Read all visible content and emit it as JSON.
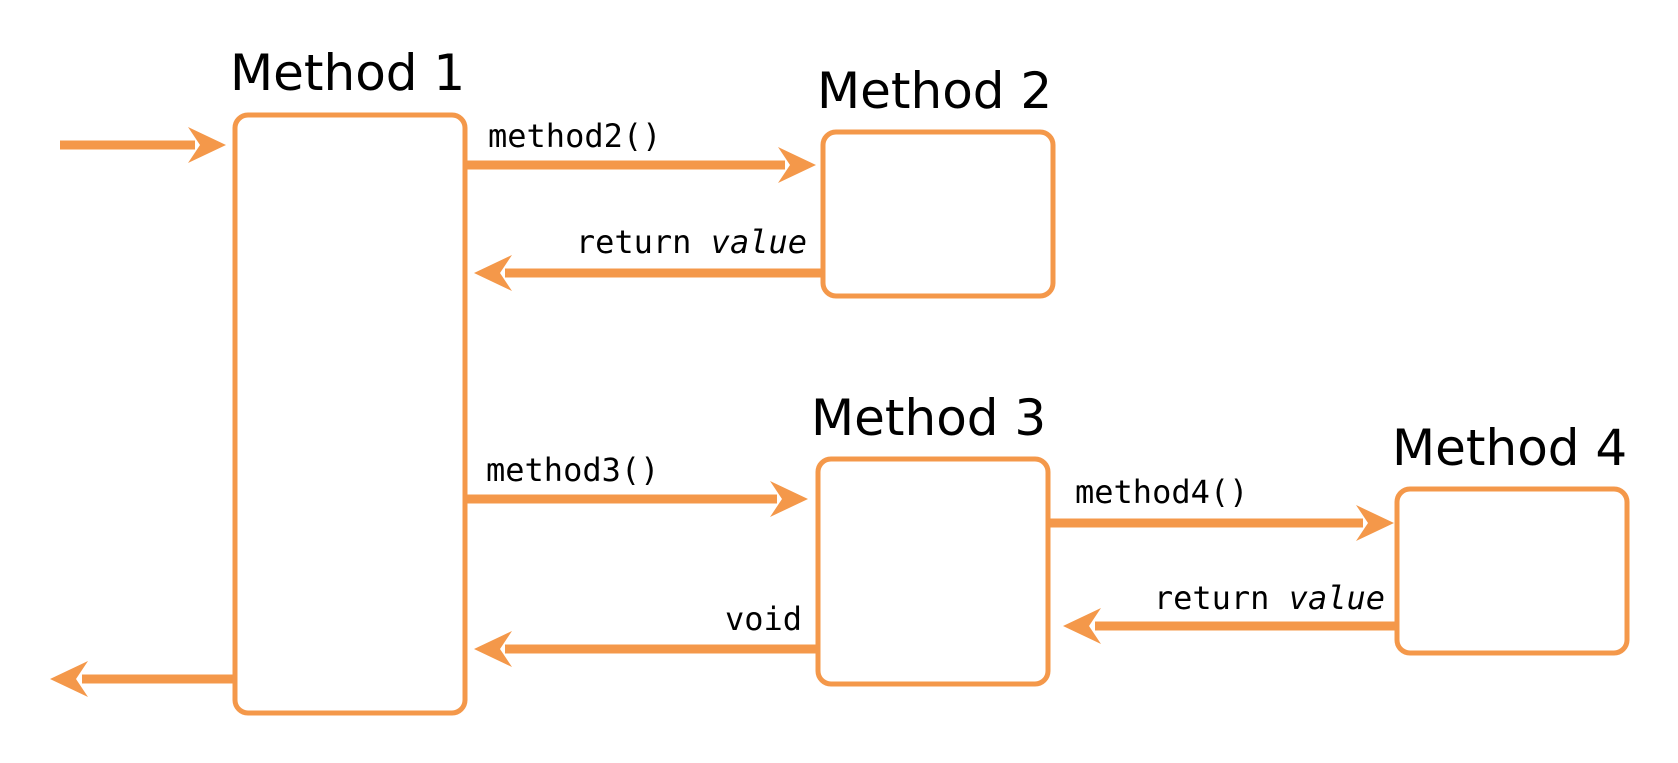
{
  "accent_color": "#F4984A",
  "methods": {
    "m1": {
      "title": "Method 1"
    },
    "m2": {
      "title": "Method 2"
    },
    "m3": {
      "title": "Method 3"
    },
    "m4": {
      "title": "Method 4"
    }
  },
  "calls": {
    "m1_to_m2": {
      "label": "method2()"
    },
    "m2_to_m1": {
      "prefix": "return",
      "value": "value"
    },
    "m1_to_m3": {
      "label": "method3()"
    },
    "m3_to_m1": {
      "label": "void"
    },
    "m3_to_m4": {
      "label": "method4()"
    },
    "m4_to_m3": {
      "prefix": "return",
      "value": "value"
    }
  }
}
